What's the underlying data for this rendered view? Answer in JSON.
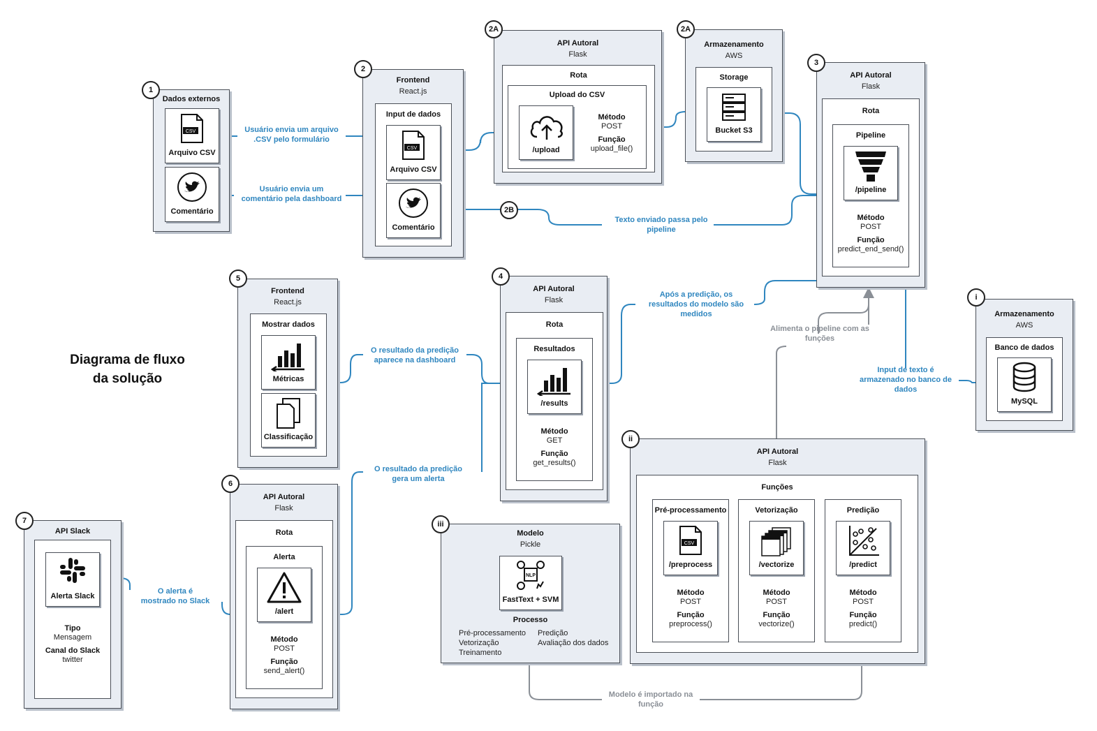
{
  "title": {
    "line1": "Diagrama de fluxo",
    "line2": "da solução"
  },
  "badges": {
    "b1": "1",
    "b2": "2",
    "b2a_1": "2A",
    "b2a_2": "2A",
    "b2b": "2B",
    "b3": "3",
    "b4": "4",
    "b5": "5",
    "b6": "6",
    "b7": "7",
    "bi": "i",
    "bii": "ii",
    "biii": "iii"
  },
  "dados_externos": {
    "title": "Dados externos",
    "card1": "Arquivo CSV",
    "card2": "Comentário",
    "csv_tag": "CSV"
  },
  "frontend1": {
    "title": "Frontend",
    "sub": "React.js",
    "inner": "Input de dados",
    "card1": "Arquivo CSV",
    "card2": "Comentário",
    "csv_tag": "CSV"
  },
  "api_upload": {
    "title": "API Autoral",
    "sub": "Flask",
    "inner": "Rota",
    "inner2": "Upload do CSV",
    "card": "/upload",
    "metodo_label": "Método",
    "metodo": "POST",
    "funcao_label": "Função",
    "funcao": "upload_file()"
  },
  "storage_aws": {
    "title": "Armazenamento",
    "sub": "AWS",
    "inner": "Storage",
    "card": "Bucket S3"
  },
  "api_pipeline": {
    "title": "API Autoral",
    "sub": "Flask",
    "inner": "Rota",
    "inner2": "Pipeline",
    "card": "/pipeline",
    "metodo_label": "Método",
    "metodo": "POST",
    "funcao_label": "Função",
    "funcao": "predict_end_send()"
  },
  "api_results": {
    "title": "API Autoral",
    "sub": "Flask",
    "inner": "Rota",
    "inner2": "Resultados",
    "card": "/results",
    "metodo_label": "Método",
    "metodo": "GET",
    "funcao_label": "Função",
    "funcao": "get_results()"
  },
  "frontend2": {
    "title": "Frontend",
    "sub": "React.js",
    "inner": "Mostrar dados",
    "card1": "Métricas",
    "card2": "Classificação"
  },
  "api_alert": {
    "title": "API Autoral",
    "sub": "Flask",
    "inner": "Rota",
    "inner2": "Alerta",
    "card": "/alert",
    "metodo_label": "Método",
    "metodo": "POST",
    "funcao_label": "Função",
    "funcao": "send_alert()"
  },
  "api_slack": {
    "title": "API Slack",
    "card": "Alerta Slack",
    "tipo_label": "Tipo",
    "tipo": "Mensagem",
    "canal_label": "Canal do Slack",
    "canal": "twitter"
  },
  "storage_db": {
    "title": "Armazenamento",
    "sub": "AWS",
    "inner": "Banco de dados",
    "card": "MySQL"
  },
  "modelo": {
    "title": "Modelo",
    "sub": "Pickle",
    "card": "FastText + SVM",
    "processo": "Processo",
    "col1": [
      "Pré-processamento",
      "Vetorização",
      "Treinamento"
    ],
    "col2": [
      "Predição",
      "Avaliação dos dados"
    ],
    "nlp_tag": "NLP"
  },
  "api_funcoes": {
    "title": "API Autoral",
    "sub": "Flask",
    "inner": "Funções",
    "pre": {
      "title": "Pré-processamento",
      "card": "/preprocess",
      "metodo_label": "Método",
      "metodo": "POST",
      "funcao_label": "Função",
      "funcao": "preprocess()"
    },
    "vet": {
      "title": "Vetorização",
      "card": "/vectorize",
      "metodo_label": "Método",
      "metodo": "POST",
      "funcao_label": "Função",
      "funcao": "vectorize()"
    },
    "pred": {
      "title": "Predição",
      "card": "/predict",
      "metodo_label": "Método",
      "metodo": "POST",
      "funcao_label": "Função",
      "funcao": "predict()"
    },
    "csv_tag": "CSV"
  },
  "flow_labels": {
    "l1a": "Usuário envia um arquivo",
    "l1b": ".CSV pelo formulário",
    "l2a": "Usuário envia um",
    "l2b": "comentário pela dashboard",
    "l3a": "Texto enviado passa pelo",
    "l3b": "pipeline",
    "l4a": "Após a predição, os",
    "l4b": "resultados do modelo são",
    "l4c": "medidos",
    "l5a": "Alimenta o pipeline com as",
    "l5b": "funções",
    "l6a": "Input de texto é",
    "l6b": "armazenado no banco de",
    "l6c": "dados",
    "l7a": "O resultado da predição",
    "l7b": "aparece na dashboard",
    "l8a": "O resultado da predição",
    "l8b": "gera um alerta",
    "l9a": "O alerta é",
    "l9b": "mostrado no Slack",
    "l10a": "Modelo é importado na",
    "l10b": "função"
  },
  "colors": {
    "accent": "#2f86bf",
    "grey_line": "#8a8f96",
    "panel": "#e9edf3"
  }
}
